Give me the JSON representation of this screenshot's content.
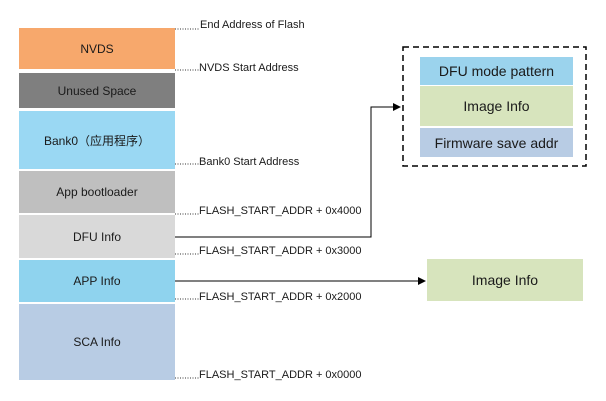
{
  "memory_map": {
    "blocks": [
      {
        "label": "NVDS",
        "color": "#f7a86c"
      },
      {
        "label": "Unused Space",
        "color": "#7f7f7f"
      },
      {
        "label": "Bank0（应用程序）",
        "color": "#9ad8f3"
      },
      {
        "label": "App bootloader",
        "color": "#bfbfbf"
      },
      {
        "label": "DFU Info",
        "color": "#d9d9d9"
      },
      {
        "label": "APP Info",
        "color": "#8fd3ee"
      },
      {
        "label": "SCA Info",
        "color": "#b8cce4"
      }
    ],
    "addresses": [
      "End Address of Flash",
      "NVDS Start Address",
      "Bank0 Start Address",
      "FLASH_START_ADDR + 0x4000",
      "FLASH_START_ADDR + 0x3000",
      "FLASH_START_ADDR + 0x2000",
      "FLASH_START_ADDR + 0x0000"
    ]
  },
  "dfu_info_detail": {
    "items": [
      {
        "label": "DFU mode pattern",
        "color": "#9bd3ed"
      },
      {
        "label": "Image Info",
        "color": "#d7e4bd"
      },
      {
        "label": "Firmware save addr",
        "color": "#b8cce4"
      }
    ]
  },
  "app_info_detail": {
    "label": "Image Info",
    "color": "#d7e4bd"
  }
}
